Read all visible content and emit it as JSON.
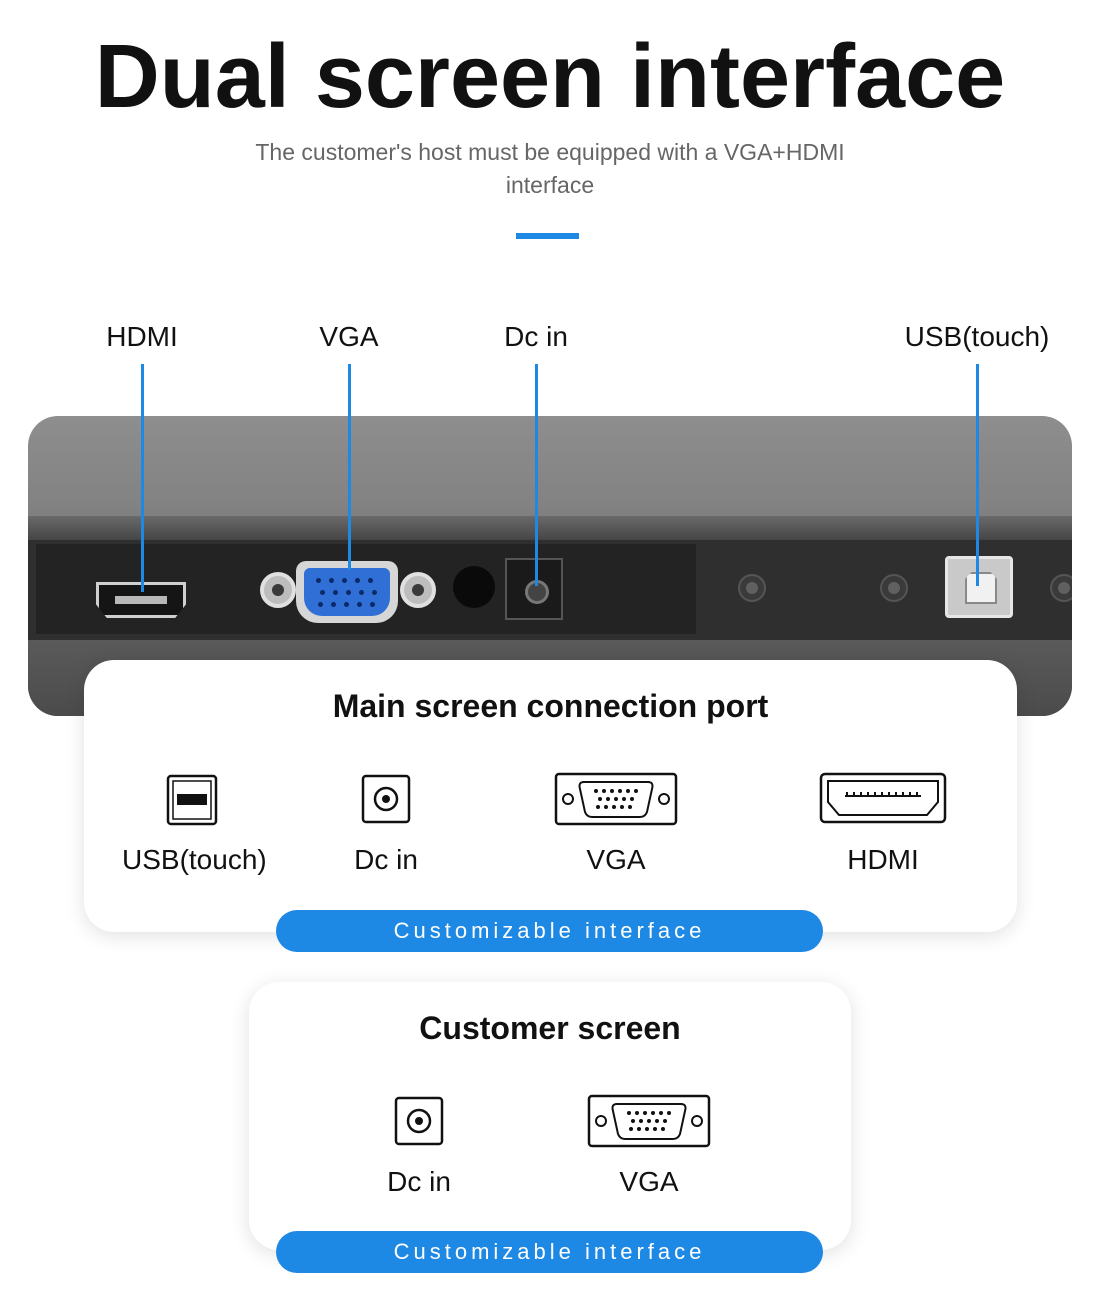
{
  "header": {
    "title": "Dual screen interface",
    "subtitle": "The customer's host must be equipped with a VGA+HDMI interface"
  },
  "callouts": [
    {
      "label": "HDMI"
    },
    {
      "label": "VGA"
    },
    {
      "label": "Dc in"
    },
    {
      "label": "USB(touch)"
    }
  ],
  "main_card": {
    "title": "Main screen connection port",
    "items": [
      {
        "label": "USB(touch)",
        "icon": "usb-b-icon"
      },
      {
        "label": "Dc in",
        "icon": "dc-jack-icon"
      },
      {
        "label": "VGA",
        "icon": "vga-port-icon"
      },
      {
        "label": "HDMI",
        "icon": "hdmi-port-icon"
      }
    ],
    "pill": "Customizable interface"
  },
  "customer_card": {
    "title": "Customer screen",
    "items": [
      {
        "label": "Dc in",
        "icon": "dc-jack-icon"
      },
      {
        "label": "VGA",
        "icon": "vga-port-icon"
      }
    ],
    "pill": "Customizable interface"
  },
  "colors": {
    "accent": "#1e88e5",
    "text": "#111111",
    "subtitle": "#666666"
  }
}
